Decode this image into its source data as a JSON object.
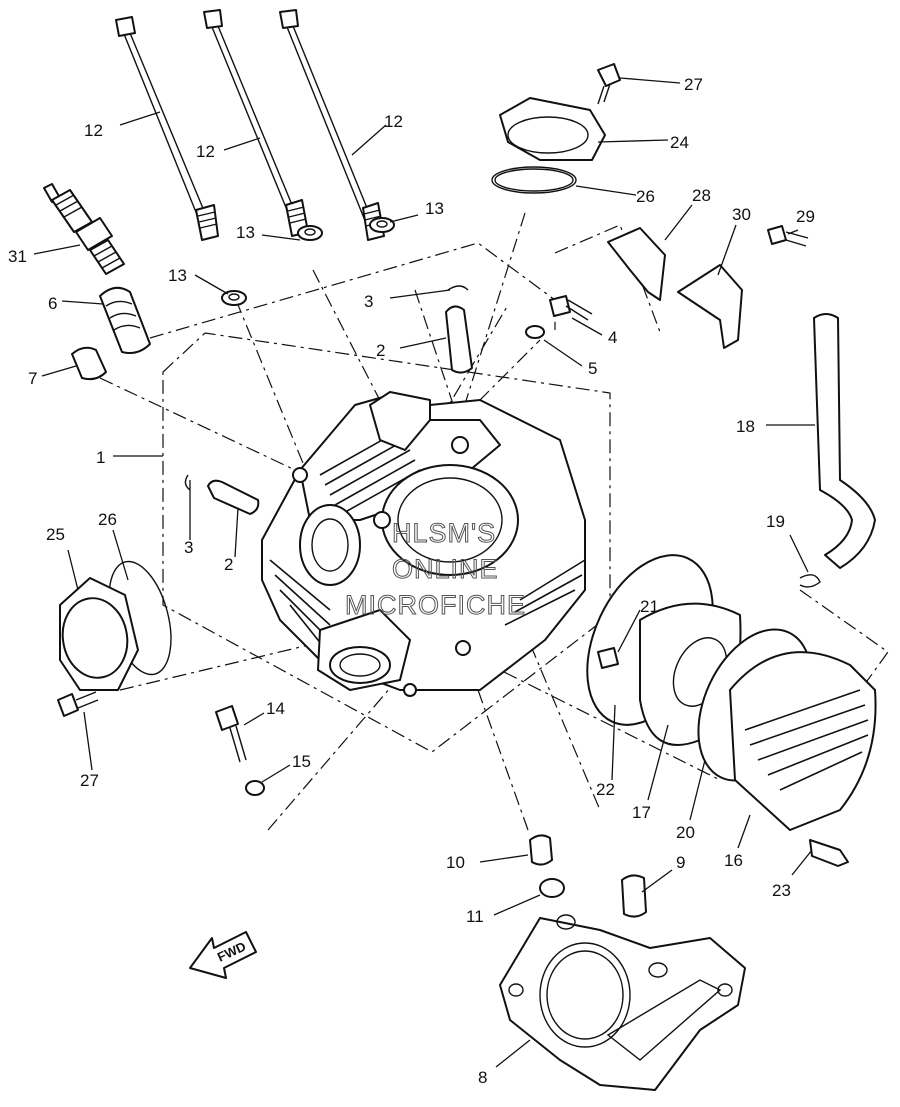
{
  "diagram": {
    "watermark": {
      "line1": "HLSM'S",
      "line2": "ONLINE",
      "line3": "MICROFICHE"
    },
    "direction_label": "FWD",
    "callouts": {
      "c1": "1",
      "c2a": "2",
      "c2b": "2",
      "c3a": "3",
      "c3b": "3",
      "c4": "4",
      "c5": "5",
      "c6": "6",
      "c7": "7",
      "c8": "8",
      "c9": "9",
      "c10": "10",
      "c11": "11",
      "c12a": "12",
      "c12b": "12",
      "c12c": "12",
      "c13a": "13",
      "c13b": "13",
      "c13c": "13",
      "c14": "14",
      "c15": "15",
      "c16": "16",
      "c17": "17",
      "c18": "18",
      "c19": "19",
      "c20": "20",
      "c21": "21",
      "c22": "22",
      "c23": "23",
      "c24": "24",
      "c25": "25",
      "c26a": "26",
      "c26b": "26",
      "c27a": "27",
      "c27b": "27",
      "c28": "28",
      "c29": "29",
      "c30": "30",
      "c31": "31"
    }
  }
}
